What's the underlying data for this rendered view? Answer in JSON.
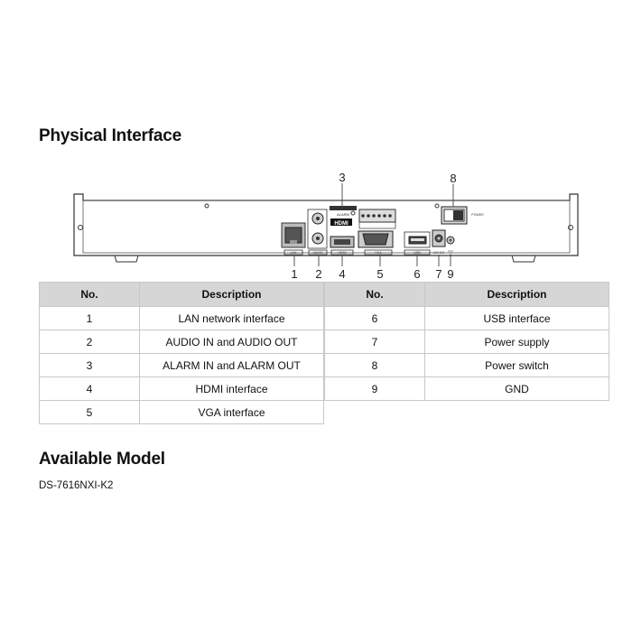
{
  "headings": {
    "physical_interface": "Physical Interface",
    "available_model": "Available Model"
  },
  "model": "DS-7616NXI-K2",
  "panel": {
    "callouts": [
      "1",
      "2",
      "3",
      "4",
      "5",
      "6",
      "7",
      "8",
      "9"
    ],
    "port_labels": {
      "lan": "LAN",
      "audio": "AUDIO",
      "hdmi": "HDMI",
      "vga": "VGA",
      "usb": "USB",
      "dc": "12V DC",
      "alarm": "ALARM",
      "power": "POWER"
    }
  },
  "table": {
    "headers": {
      "no": "No.",
      "description": "Description"
    },
    "left_rows": [
      {
        "no": "1",
        "description": "LAN network interface"
      },
      {
        "no": "2",
        "description": "AUDIO IN and AUDIO OUT"
      },
      {
        "no": "3",
        "description": "ALARM IN and ALARM OUT"
      },
      {
        "no": "4",
        "description": "HDMI interface"
      },
      {
        "no": "5",
        "description": "VGA interface"
      }
    ],
    "right_rows": [
      {
        "no": "6",
        "description": "USB interface"
      },
      {
        "no": "7",
        "description": "Power supply"
      },
      {
        "no": "8",
        "description": "Power switch"
      },
      {
        "no": "9",
        "description": "GND"
      }
    ]
  }
}
